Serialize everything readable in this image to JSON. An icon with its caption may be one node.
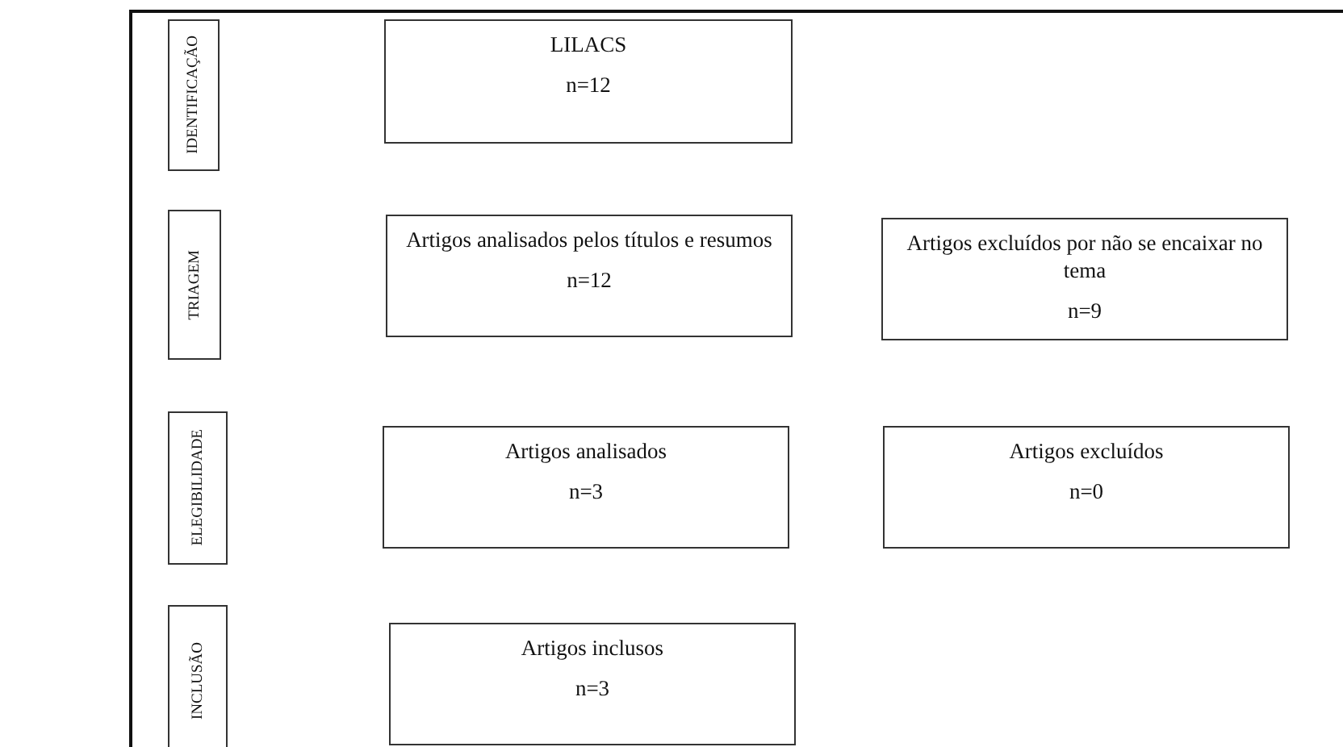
{
  "diagram": {
    "nodes": [
      {
        "text": [
          "IDENTIFICAÇÃO"
        ]
      },
      {
        "text": [
          "LILACS",
          "n=12"
        ]
      },
      {
        "text": [
          "TRIAGEM"
        ]
      },
      {
        "text": [
          "Artigos analisados pelos títulos e resumos",
          "n=12"
        ]
      },
      {
        "text": [
          "Artigos excluídos por não se encaixar no tema",
          "n=9"
        ]
      },
      {
        "text": [
          "ELEGIBILIDADE"
        ]
      },
      {
        "text": [
          "Artigos analisados",
          "n=3"
        ]
      },
      {
        "text": [
          "Artigos excluídos",
          "n=0"
        ]
      },
      {
        "text": [
          "INCLUSÃO"
        ]
      },
      {
        "text": [
          "Artigos inclusos",
          "n=3"
        ]
      }
    ]
  }
}
